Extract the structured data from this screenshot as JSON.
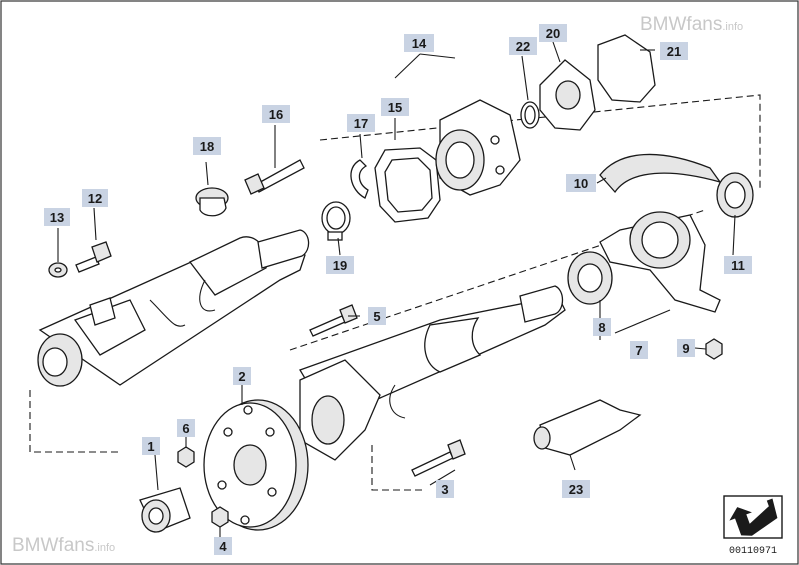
{
  "watermark_top": {
    "brand": "BMWfans",
    "suffix": ".info"
  },
  "watermark_bottom": {
    "brand": "BMWfans",
    "suffix": ".info"
  },
  "diagram_code": "00110971",
  "callouts": {
    "c1": "1",
    "c2": "2",
    "c3": "3",
    "c4": "4",
    "c5": "5",
    "c6": "6",
    "c7": "7",
    "c8": "8",
    "c9": "9",
    "c10": "10",
    "c11": "11",
    "c12": "12",
    "c13": "13",
    "c14": "14",
    "c15": "15",
    "c16": "16",
    "c17": "17",
    "c18": "18",
    "c19": "19",
    "c20": "20",
    "c21": "21",
    "c22": "22",
    "c23": "23"
  },
  "colors": {
    "callout_bg": "#c9d3e3",
    "ink": "#1a1a1a",
    "watermark": "#c8c8c8"
  }
}
